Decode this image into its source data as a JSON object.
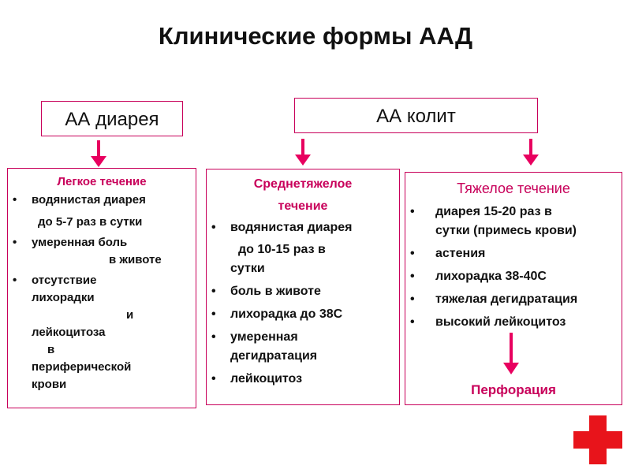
{
  "title": "Клинические формы ААД",
  "diarrhea_header": "АА диарея",
  "colitis_header": "АА колит",
  "mild": {
    "heading": "Легкое течение",
    "item1_a": "водянистая диарея",
    "item1_b": "до 5-7 раз в сутки",
    "item2_a": "умеренная боль",
    "item2_b": "в животе",
    "item3_a": "отсутствие",
    "item3_b": "лихорадки",
    "item3_c": "и",
    "item3_d": "лейкоцитоза",
    "item3_e": "в",
    "item3_f": "периферической",
    "item3_g": "крови"
  },
  "moderate": {
    "heading_1": "Среднетяжелое",
    "heading_2": "течение",
    "item1_a": "водянистая диарея",
    "item1_b": "до 10-15 раз в",
    "item1_c": "сутки",
    "item2": "боль в животе",
    "item3": "лихорадка до 38С",
    "item4_a": "умеренная",
    "item4_b": "дегидратация",
    "item5": "лейкоцитоз"
  },
  "severe": {
    "heading": "Тяжелое течение",
    "item1_a": "диарея 15-20 раз в",
    "item1_b": "сутки (примесь крови)",
    "item2": "астения",
    "item3": "лихорадка 38-40С",
    "item4": "тяжелая дегидратация",
    "item5": "высокий лейкоцитоз",
    "outcome": "Перфорация"
  },
  "colors": {
    "accent": "#c8005a",
    "cross": "#e8141b",
    "text": "#111111"
  },
  "icons": [
    "down-arrow-icon",
    "red-cross-icon"
  ]
}
